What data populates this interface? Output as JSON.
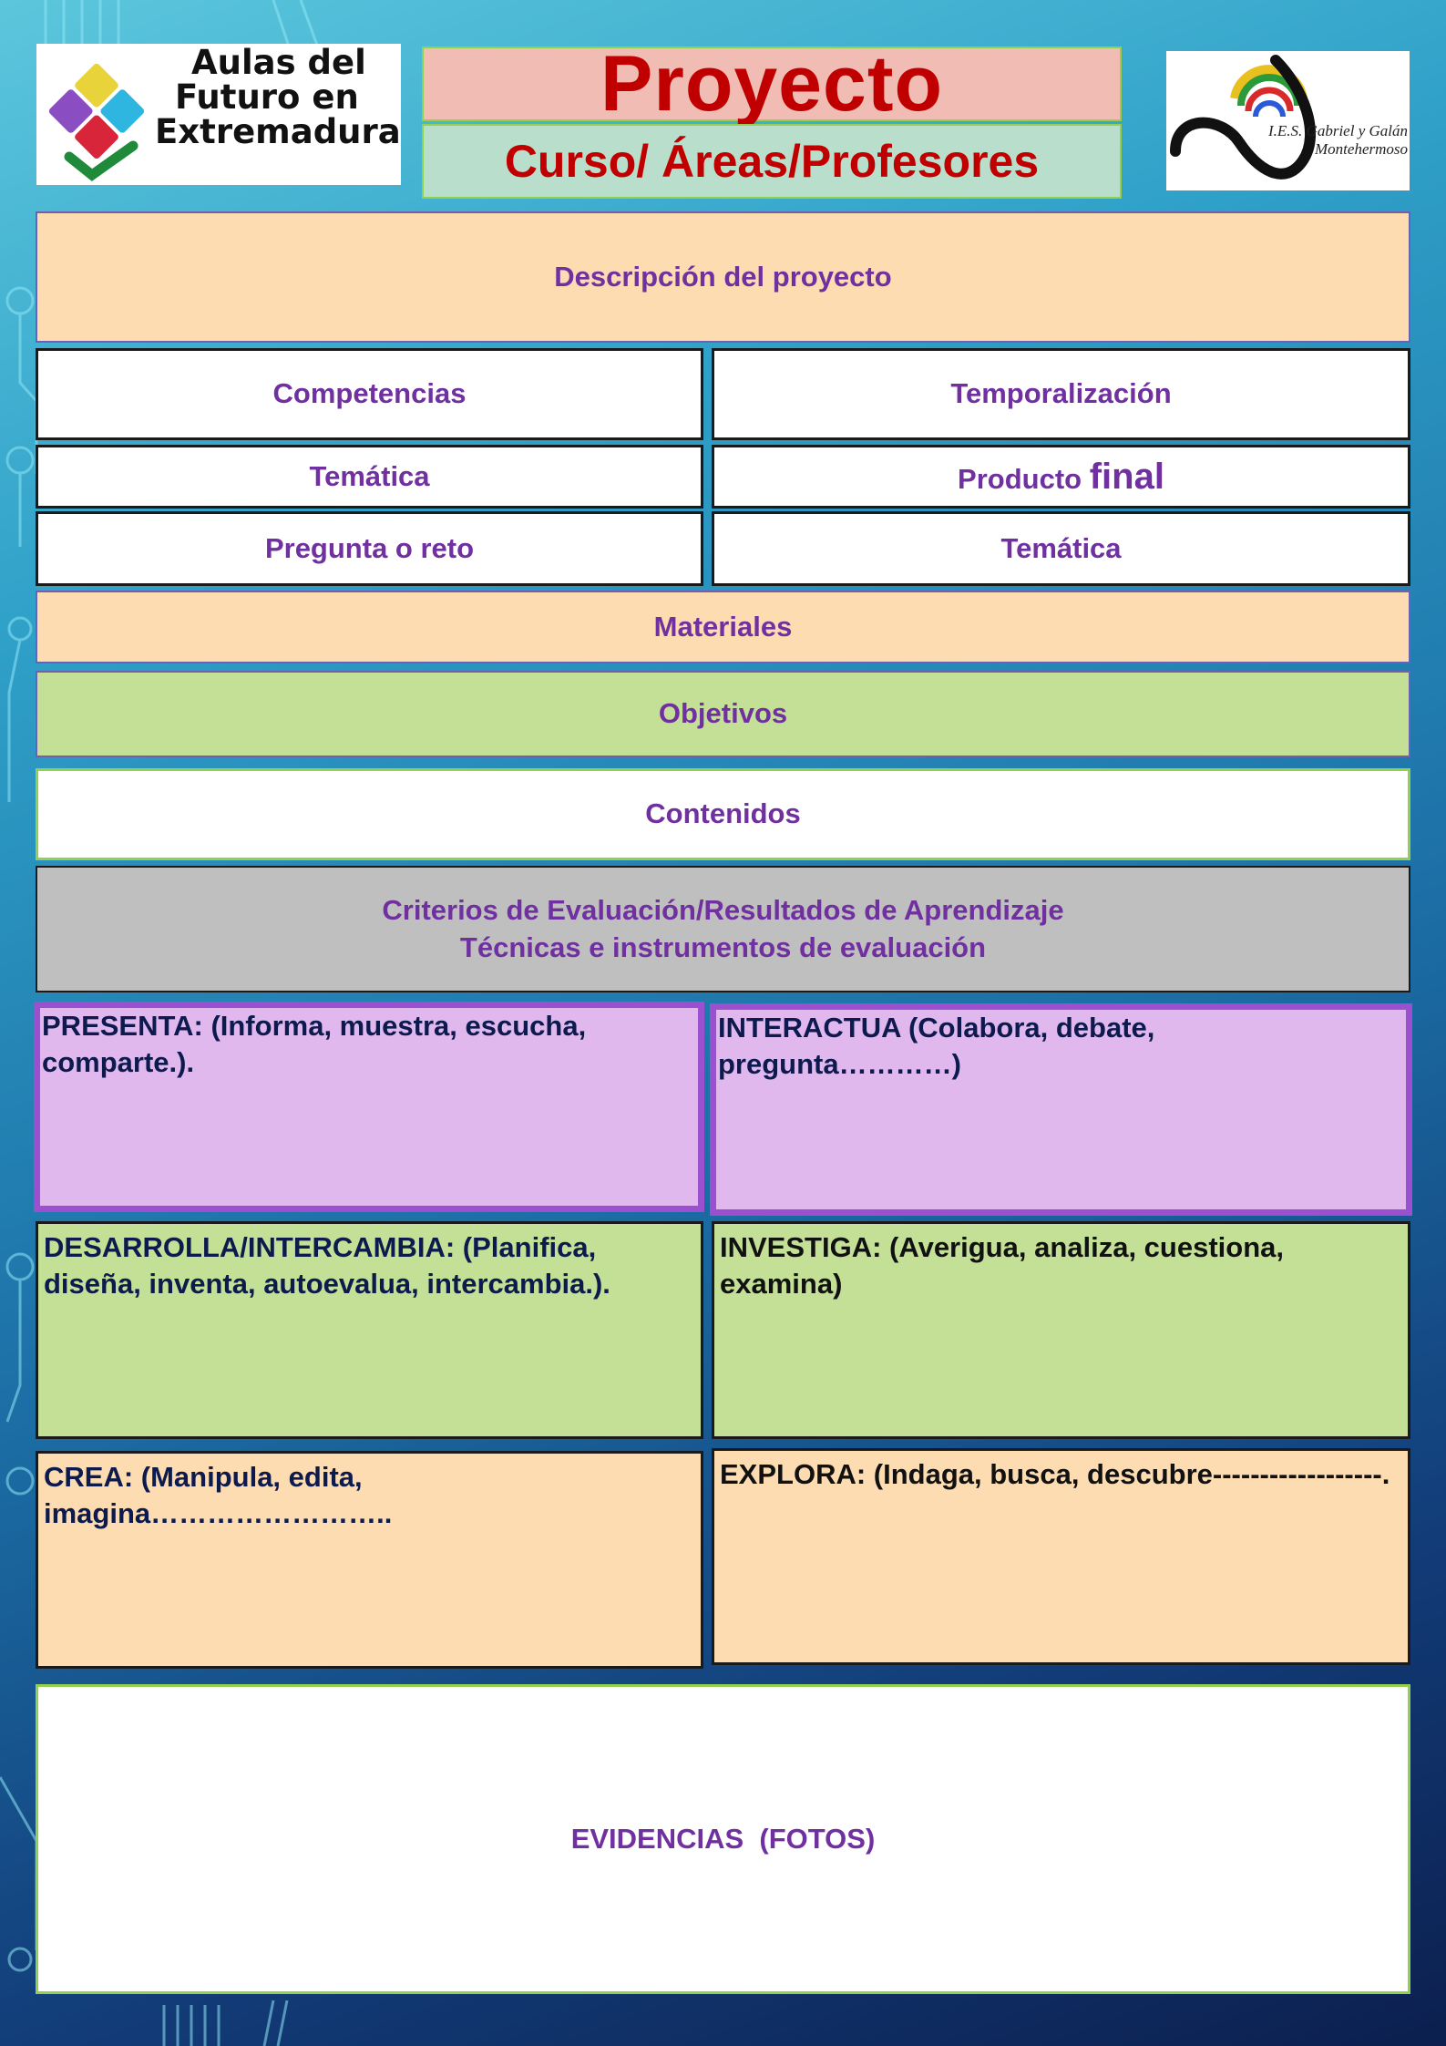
{
  "header": {
    "title": "Proyecto",
    "subtitle": "Curso/ Áreas/Profesores",
    "logo_left": {
      "line1": "Aulas del",
      "line2": "Futuro en",
      "line3": "Extremadura"
    },
    "logo_right": {
      "line1": "I.E.S. Gabriel y Galán",
      "line2": "Montehermoso"
    }
  },
  "sections": {
    "descripcion": "Descripción del proyecto",
    "competencias": "Competencias",
    "temporalizacion": "Temporalización",
    "tematica_left": "Temática",
    "producto": "Producto",
    "producto_final": "final",
    "pregunta": "Pregunta o reto",
    "tematica_right": "Temática",
    "materiales": "Materiales",
    "objetivos": "Objetivos",
    "contenidos": "Contenidos",
    "criterios_line1": "Criterios de Evaluación/Resultados de Aprendizaje",
    "criterios_line2": "Técnicas e instrumentos de evaluación",
    "evidencias": "EVIDENCIAS  (FOTOS)"
  },
  "zones": {
    "presenta": "PRESENTA:  (Informa, muestra, escucha, comparte.).",
    "interactua": "INTERACTUA  (Colabora, debate, pregunta…………)",
    "desarrolla": "DESARROLLA/INTERCAMBIA:  (Planifica, diseña, inventa, autoevalua, intercambia.).",
    "investiga": "INVESTIGA:  (Averigua, analiza, cuestiona, examina)",
    "crea": "CREA: (Manipula, edita, imagina……………………..",
    "explora": "EXPLORA:  (Indaga, busca, descubre------------------."
  },
  "colors": {
    "title_red": "#c00000",
    "label_purple": "#7030a0",
    "peach": "#fcdcb0",
    "green": "#c3e096",
    "lilac": "#e0b8ee",
    "grey": "#bfbfbf"
  }
}
